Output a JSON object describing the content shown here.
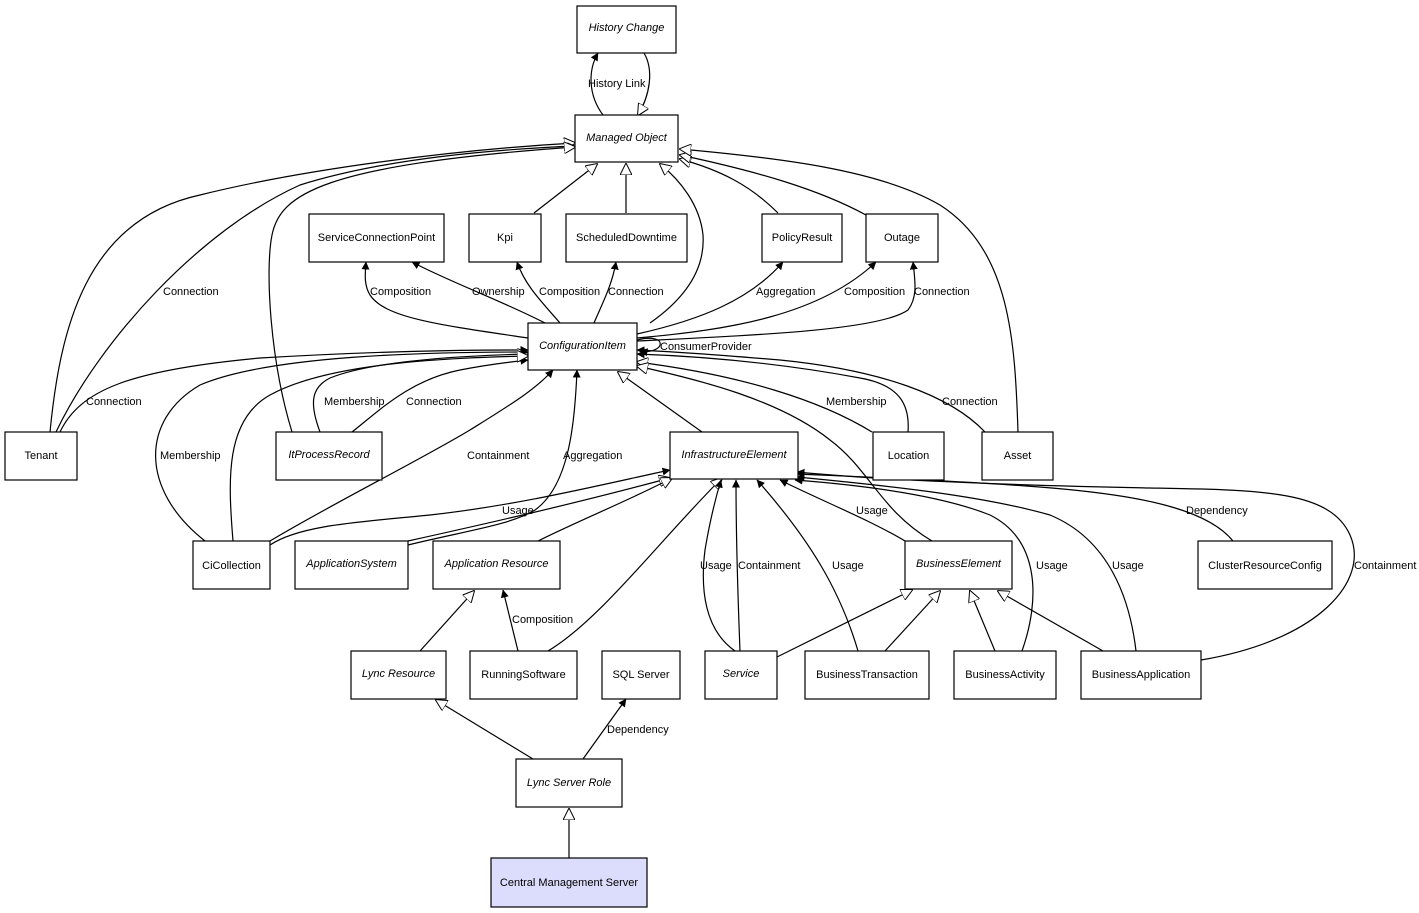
{
  "colors": {
    "node_fill": "#ffffff",
    "highlight_fill": "#dcdcfc",
    "stroke": "#000000"
  },
  "nodes": {
    "history_change": {
      "label": "History Change",
      "abstract": true
    },
    "managed_object": {
      "label": "Managed Object",
      "abstract": true
    },
    "service_connection_point": {
      "label": "ServiceConnectionPoint",
      "abstract": false
    },
    "kpi": {
      "label": "Kpi",
      "abstract": false
    },
    "scheduled_downtime": {
      "label": "ScheduledDowntime",
      "abstract": false
    },
    "policy_result": {
      "label": "PolicyResult",
      "abstract": false
    },
    "outage": {
      "label": "Outage",
      "abstract": false
    },
    "configuration_item": {
      "label": "ConfigurationItem",
      "abstract": true
    },
    "tenant": {
      "label": "Tenant",
      "abstract": false
    },
    "it_process_record": {
      "label": "ItProcessRecord",
      "abstract": true
    },
    "infrastructure_element": {
      "label": "InfrastructureElement",
      "abstract": true
    },
    "location": {
      "label": "Location",
      "abstract": false
    },
    "asset": {
      "label": "Asset",
      "abstract": false
    },
    "ci_collection": {
      "label": "CiCollection",
      "abstract": false
    },
    "application_system": {
      "label": "ApplicationSystem",
      "abstract": true
    },
    "application_resource": {
      "label": "Application Resource",
      "abstract": true
    },
    "business_element": {
      "label": "BusinessElement",
      "abstract": true
    },
    "cluster_resource_config": {
      "label": "ClusterResourceConfig",
      "abstract": false
    },
    "lync_resource": {
      "label": "Lync Resource",
      "abstract": true
    },
    "running_software": {
      "label": "RunningSoftware",
      "abstract": false
    },
    "sql_server": {
      "label": "SQL Server",
      "abstract": false
    },
    "service": {
      "label": "Service",
      "abstract": true
    },
    "business_transaction": {
      "label": "BusinessTransaction",
      "abstract": false
    },
    "business_activity": {
      "label": "BusinessActivity",
      "abstract": false
    },
    "business_application": {
      "label": "BusinessApplication",
      "abstract": false
    },
    "lync_server_role": {
      "label": "Lync Server Role",
      "abstract": true
    },
    "central_management_server": {
      "label": "Central Management Server",
      "abstract": false,
      "highlight": true
    }
  },
  "edge_labels": {
    "history_link": "History Link",
    "tenant_mo_connection": "Connection",
    "scp_composition": "Composition",
    "scp_ownership": "Ownership",
    "kpi_composition": "Composition",
    "sd_connection": "Connection",
    "pr_aggregation": "Aggregation",
    "outage_composition": "Composition",
    "outage_connection": "Connection",
    "consumer_provider": "ConsumerProvider",
    "tenant_ci_connection": "Connection",
    "itpr_membership": "Membership",
    "itpr_connection": "Connection",
    "location_membership": "Membership",
    "asset_connection": "Connection",
    "cic_membership": "Membership",
    "cic_containment": "Containment",
    "appsys_aggregation": "Aggregation",
    "cic_usage": "Usage",
    "be_usage": "Usage",
    "cluster_dependency": "Dependency",
    "ar_composition": "Composition",
    "service_usage": "Usage",
    "service_containment": "Containment",
    "bt_usage": "Usage",
    "ba_usage": "Usage",
    "bapp_usage": "Usage",
    "bapp_containment": "Containment",
    "lsr_dependency": "Dependency"
  }
}
